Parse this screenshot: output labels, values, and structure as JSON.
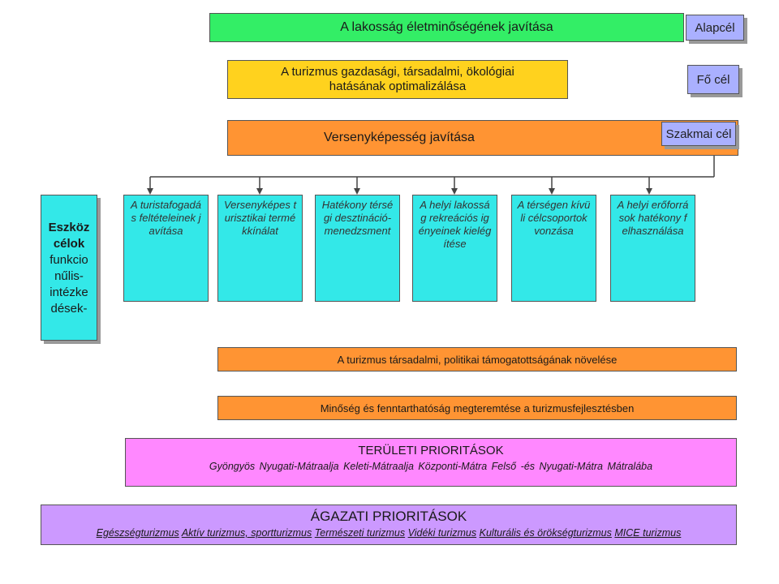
{
  "goals": {
    "main": {
      "text": "A lakosság életminőségének javítása",
      "tag": "Alapcél"
    },
    "primary": {
      "text": "A turizmus gazdasági, társadalmi, ökológiai hatásának optimalizálása",
      "tag": "Fő cél"
    },
    "professional": {
      "text": "Versenyképesség javítása",
      "tag": "Szakmai cél"
    }
  },
  "side_label": {
    "line1": "Eszköz",
    "line2": "célok",
    "line3": "funkcio",
    "line4": "nűlis-",
    "line5": "intézke",
    "line6": "dések-"
  },
  "columns": [
    "A turistafogadás feltételeinek javítása",
    "Versenyképes turisztikai termékkínálat",
    "Hatékony térségi desztináció-menedzsment",
    "A helyi lakosság rekreációs igényeinek kielégítése",
    "A térségen kívüli célcsoportok vonzása",
    "A helyi erőforrások hatékony felhasználása"
  ],
  "support": "A turizmus társadalmi, politikai támogatottságának növelése",
  "quality": "Minőség és fenntarthatóság megteremtése a turizmusfejlesztésben",
  "territorial": {
    "title": "TERÜLETI PRIORITÁSOK",
    "items": "Gyöngyös  Nyugati-Mátraalja  Keleti-Mátraalja  Központi-Mátra  Felső -és Nyugati-Mátra  Mátralába"
  },
  "sectoral": {
    "title": "ÁGAZATI PRIORITÁSOK",
    "items": [
      "Egészségturizmus",
      "Aktív turizmus, sportturizmus",
      "Természeti turizmus",
      "Vidéki turizmus",
      "Kulturális és örökségturizmus",
      "MICE turizmus"
    ]
  },
  "colors": {
    "green": "#33ee66",
    "yellow": "#ffd21e",
    "orange": "#ff9433",
    "cyan": "#33e8e8",
    "pink": "#ff88ff",
    "lavender": "#cc99ff",
    "label": "#aab0ff"
  }
}
